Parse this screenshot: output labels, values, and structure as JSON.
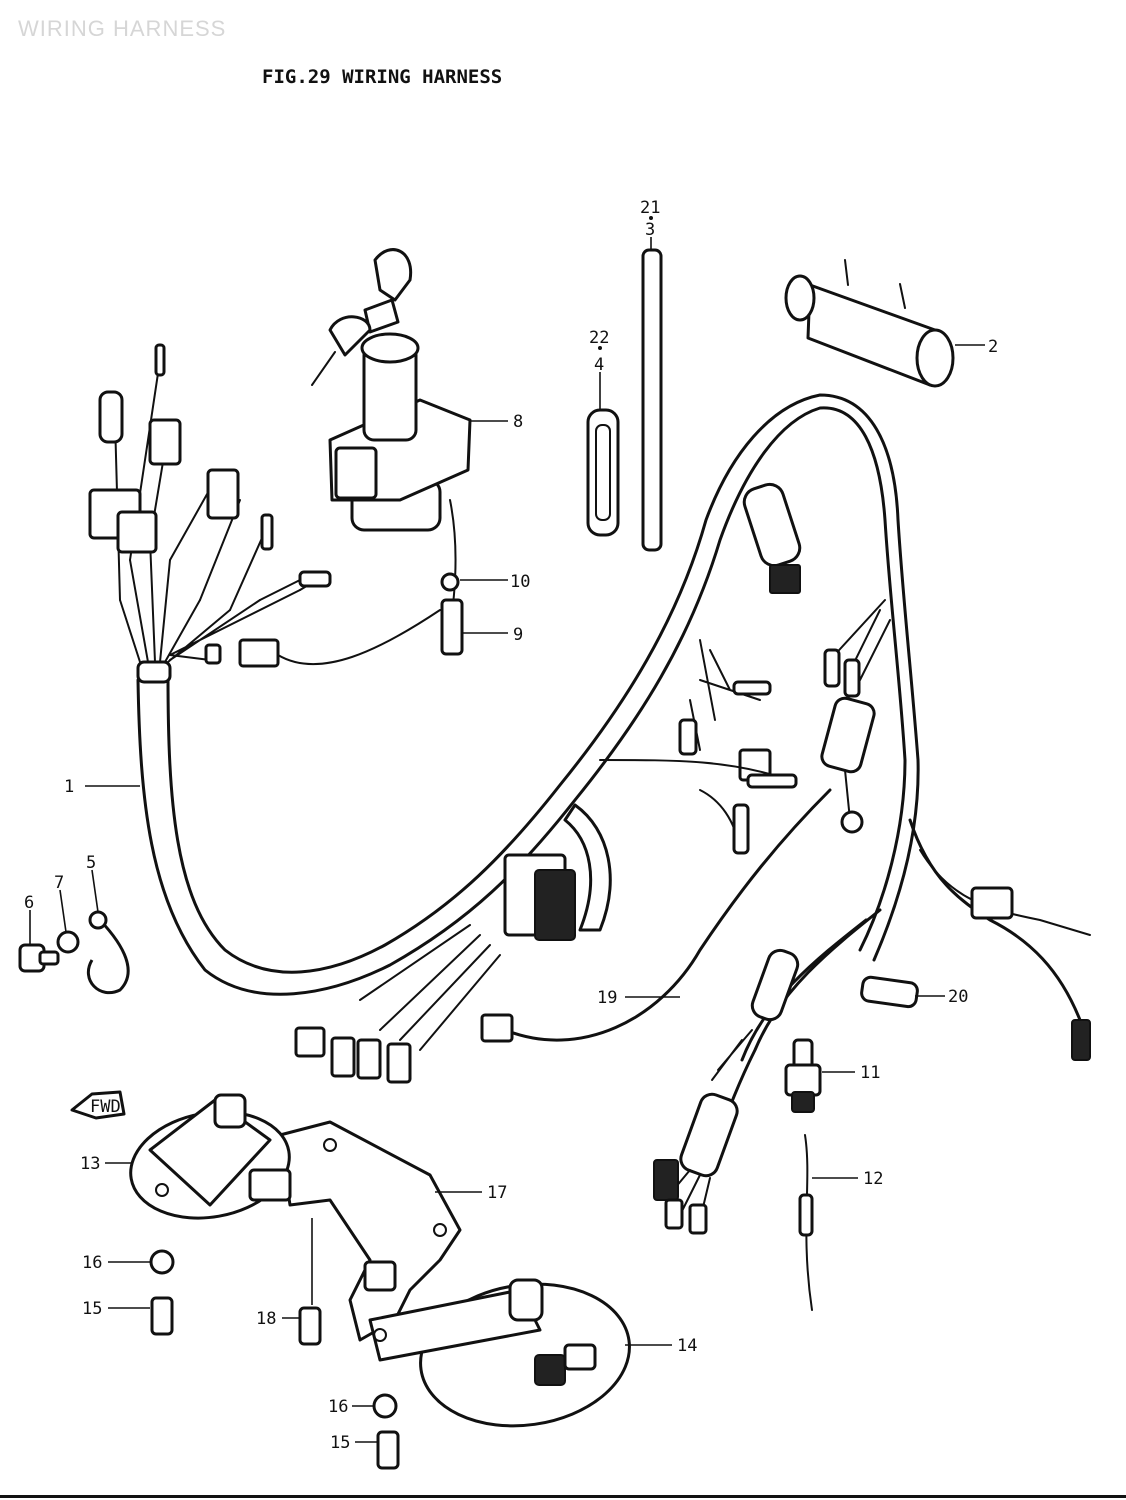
{
  "header": {
    "watermark": "WIRING HARNESS",
    "title": "FIG.29  WIRING HARNESS"
  },
  "direction_tag": "FWD",
  "callouts": [
    "1",
    "2",
    "3",
    "4",
    "5",
    "6",
    "7",
    "8",
    "9",
    "10",
    "11",
    "12",
    "13",
    "14",
    "15",
    "15",
    "16",
    "16",
    "17",
    "18",
    "19",
    "20",
    "21",
    "22"
  ]
}
